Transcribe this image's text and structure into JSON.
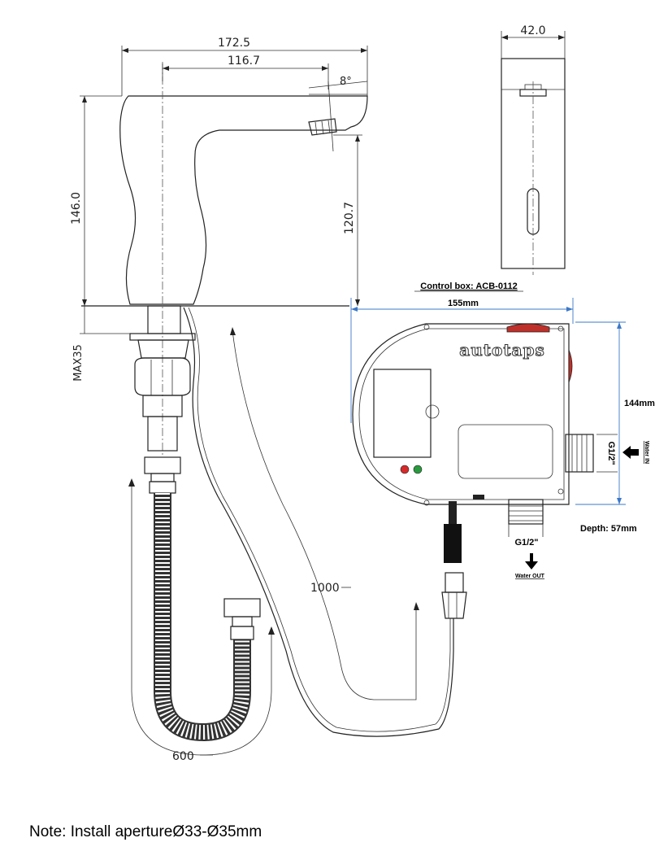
{
  "dimensions": {
    "overall_length": "172.5",
    "spout_reach": "116.7",
    "spout_angle": "8°",
    "front_width": "42.0",
    "overall_height": "146.0",
    "outlet_height": "120.7",
    "max_deck": "MAX35",
    "cable_length": "1000",
    "hose_length": "600"
  },
  "control_box": {
    "title": "Control box: ACB-0112",
    "width": "155mm",
    "height": "144mm",
    "depth": "Depth: 57mm",
    "brand": "autotaps",
    "inlet_thread": "G1/2\"",
    "inlet_label": "Water IN",
    "outlet_thread": "G1/2\"",
    "outlet_label": "Water OUT"
  },
  "note": "Note: Install apertureØ33-Ø35mm",
  "colors": {
    "line": "#222222",
    "dimension_blue": "#3b78c8",
    "indicator_red": "#d62a2a",
    "indicator_green": "#2a9a3e",
    "cap_red": "#c0302a"
  }
}
